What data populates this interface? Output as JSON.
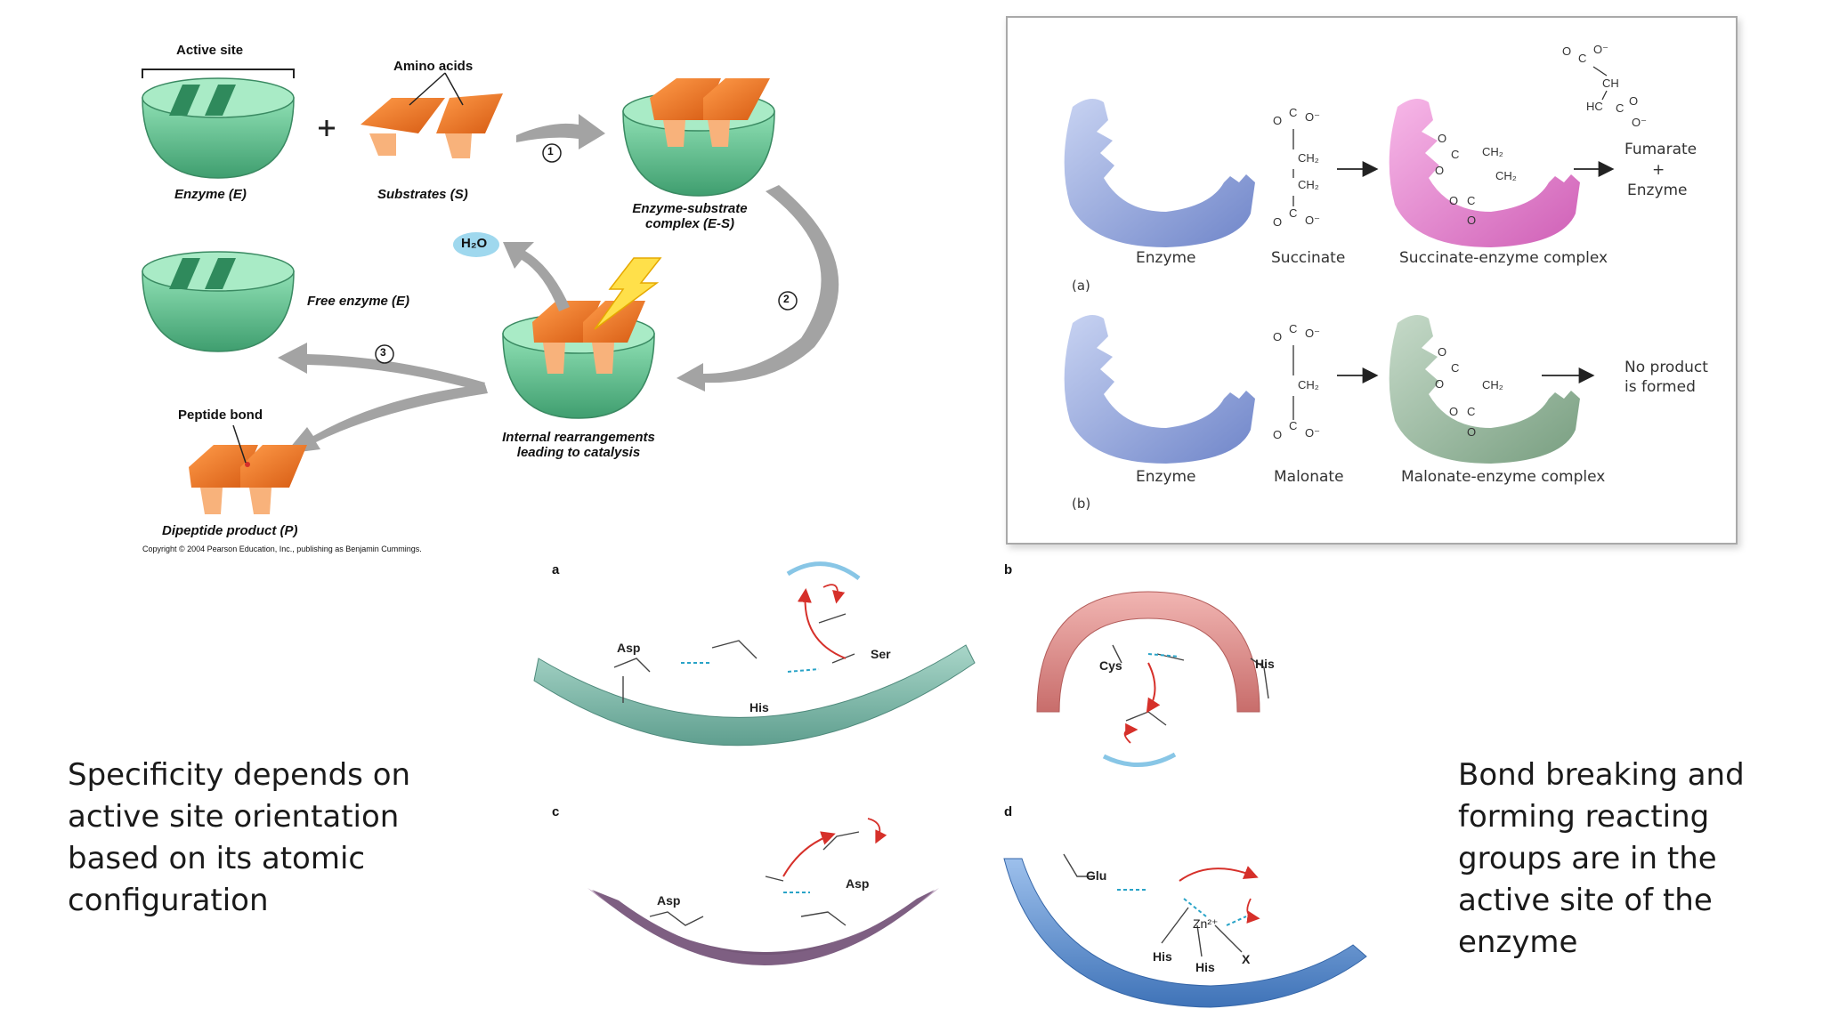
{
  "panel_a": {
    "active_site": "Active site",
    "amino_acids": "Amino acids",
    "enzyme_e": "Enzyme (E)",
    "substrates_s": "Substrates (S)",
    "es_complex_line1": "Enzyme-substrate",
    "es_complex_line2": "complex (E-S)",
    "water": "H₂O",
    "free_enzyme": "Free enzyme (E)",
    "step1": "1",
    "step2": "2",
    "step3": "3",
    "peptide_bond": "Peptide bond",
    "internal_line1": "Internal rearrangements",
    "internal_line2": "leading to catalysis",
    "dipeptide": "Dipeptide product (P)",
    "copyright": "Copyright © 2004 Pearson Education, Inc., publishing as Benjamin Cummings."
  },
  "panel_b": {
    "row_a_letter": "(a)",
    "row_b_letter": "(b)",
    "enzyme_a": "Enzyme",
    "succinate": "Succinate",
    "succinate_complex": "Succinate-enzyme complex",
    "fumarate": "Fumarate",
    "plus": "+",
    "enzyme_product": "Enzyme",
    "enzyme_b": "Enzyme",
    "malonate": "Malonate",
    "malonate_complex": "Malonate-enzyme complex",
    "no_product_line1": "No product",
    "no_product_line2": "is formed"
  },
  "panel_c": {
    "a": "a",
    "b": "b",
    "c": "c",
    "d": "d",
    "asp_a": "Asp",
    "his_a": "His",
    "ser_a": "Ser",
    "cys_b": "Cys",
    "his_b": "His",
    "asp_c1": "Asp",
    "asp_c2": "Asp",
    "glu_d": "Glu",
    "his_d1": "His",
    "his_d2": "His",
    "x_d": "X",
    "zn_d": "Zn²⁺"
  },
  "captions": {
    "left": "Specificity depends on active site orientation based on its atomic configuration",
    "right": "Bond breaking and forming reacting groups are in the active site of the enzyme"
  },
  "colors": {
    "enzyme_green": "#5fbf8f",
    "substrate_orange": "#f07a2a",
    "arrow_grey": "#a3a3a3",
    "enzyme_blue": "#8fa3d8",
    "complex_pink": "#e27cc8",
    "complex_green": "#93b69a",
    "arc_teal": "#7fbcad",
    "arc_red": "#dd8e8e",
    "arc_purple": "#8f6f92",
    "arc_blue": "#5f8fd0"
  }
}
